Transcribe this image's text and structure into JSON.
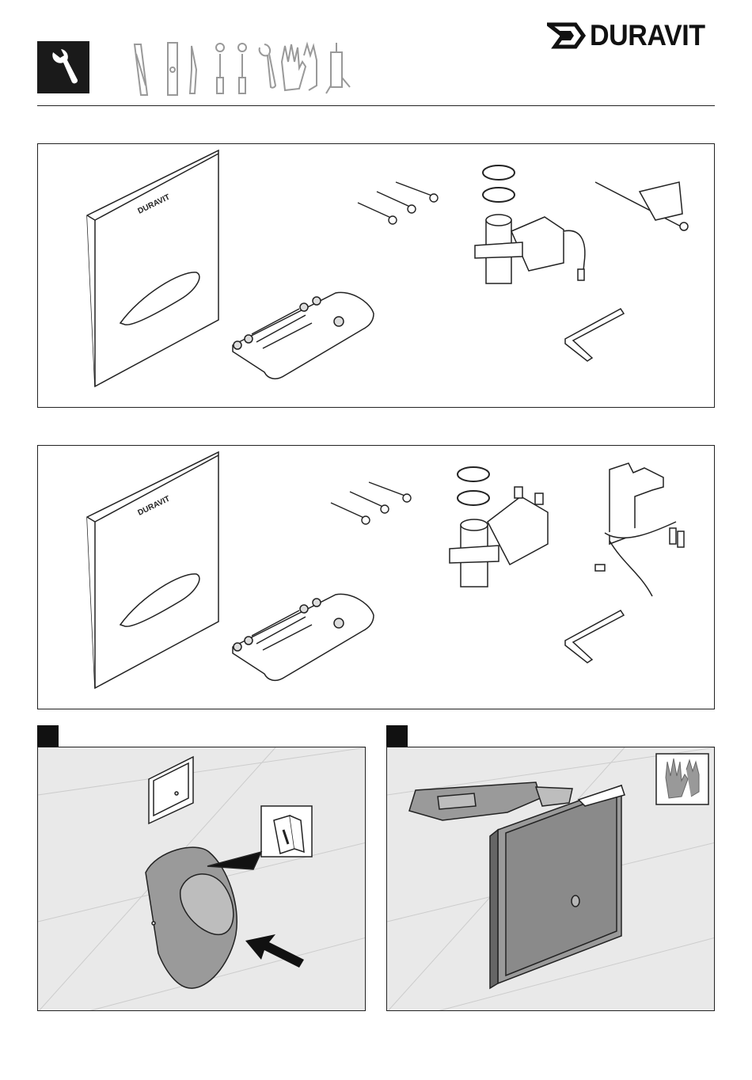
{
  "brand": {
    "name": "DURAVIT"
  },
  "header": {
    "section_icon": "wrench-icon",
    "tool_icons": [
      "drill-bit-icon",
      "spirit-level-icon",
      "knife-icon",
      "screwdriver-cross-icon",
      "screwdriver-flat-icon",
      "wrench-icon",
      "gloves-icon",
      "silicone-gun-icon"
    ]
  },
  "scope_of_delivery": [
    {
      "items": [
        "cover-plate",
        "remote-control",
        "screws",
        "solenoid-valve",
        "sensor-cable",
        "allen-key"
      ]
    },
    {
      "items": [
        "cover-plate",
        "remote-control",
        "screws",
        "solenoid-valve",
        "control-unit",
        "allen-key"
      ]
    }
  ],
  "steps": [
    {
      "number": "",
      "icons": [
        "manual-icon"
      ]
    },
    {
      "number": "",
      "icons": [
        "gloves-icon"
      ]
    }
  ],
  "colors": {
    "ink": "#111111",
    "step_background": "#e9e9e9",
    "fixture_gray": "#9a9a9a"
  }
}
